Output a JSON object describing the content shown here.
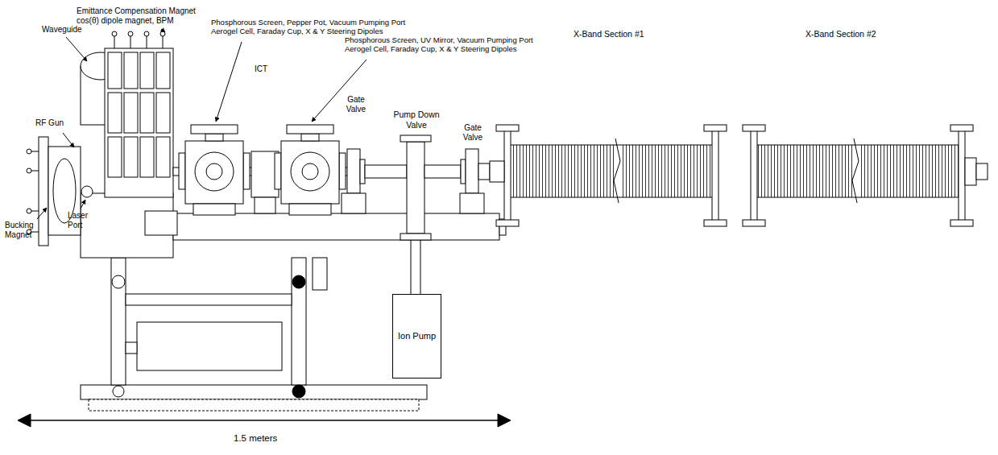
{
  "diagram": {
    "nodes": [
      {
        "text": [
          "Ion Pump"
        ]
      }
    ],
    "labels": [
      "Emittance Compensation Magnet cos(θ) dipole magnet, BPM",
      "Waveguide",
      "Phosphorous Screen, Pepper Pot, Vacuum Pumping Port Aerogel Cell, Faraday Cup, X & Y Steering Dipoles",
      "Phosphorous Screen, UV Mirror, Vacuum Pumping Port Aerogel Cell, Faraday Cup, X & Y Steering Dipoles",
      "ICT",
      "Gate Valve",
      "Pump Down Valve",
      "Gate Valve",
      "X-Band Section #1",
      "X-Band Section #2",
      "RF Gun",
      "Bucking Magnet",
      "Laser Port",
      "1.5 meters"
    ]
  }
}
